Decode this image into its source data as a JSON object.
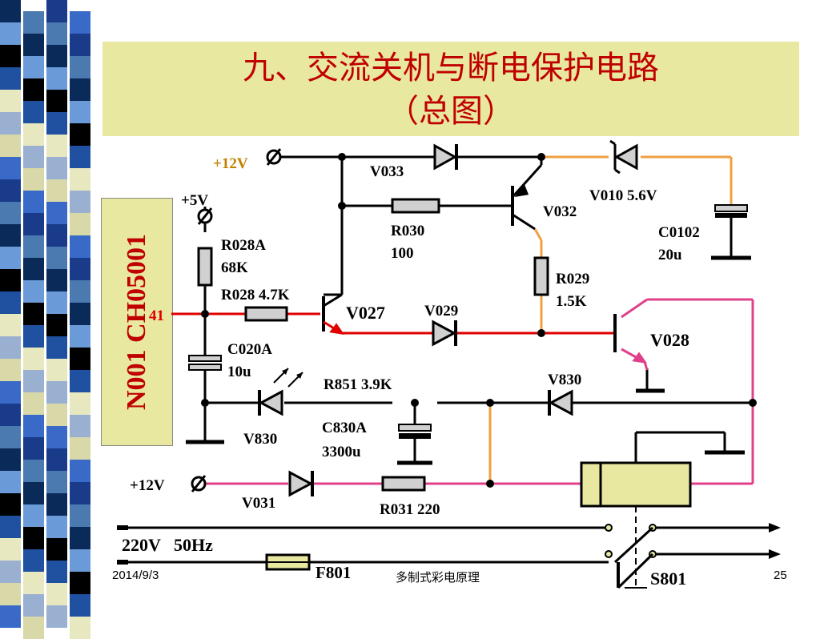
{
  "slide": {
    "title_line1": "九、交流关机与断电保护电路",
    "title_line2": "（总图）",
    "side_label": "N001  CH05001",
    "footer_date": "2014/9/3",
    "footer_center": "多制式彩电原理",
    "page_number": "25"
  },
  "colors": {
    "title_bg": "#e8e8a0",
    "title_text": "#c00000",
    "wire_black": "#000000",
    "wire_red": "#e00000",
    "wire_pink": "#e0408a",
    "wire_orange": "#f0a040",
    "component_fill": "#d0d0d0"
  },
  "stripe_colors": [
    "#0a2a5a",
    "#3a6ac8",
    "#e8e8c0",
    "#6a9ad8",
    "#1a3a8a",
    "#9ab0d0",
    "#000000",
    "#4a7ab0",
    "#d8d8a8",
    "#2050a0"
  ],
  "labels": {
    "p12v_top": "+12V",
    "p5v": "+5V",
    "pin41": "41",
    "v033": "V033",
    "v010": "V010  5.6V",
    "r030": "R030",
    "r030_val": "100",
    "v032": "V032",
    "c0102": "C0102",
    "c0102_val": "20u",
    "r028a": "R028A",
    "r028a_val": "68K",
    "r028": "R028  4.7K",
    "v027": "V027",
    "v029": "V029",
    "r029": "R029",
    "r029_val": "1.5K",
    "v028": "V028",
    "c020a": "C020A",
    "c020a_val": "10u",
    "r851": "R851  3.9K",
    "v830_right": "V830",
    "v830_left": "V830",
    "c830a": "C830A",
    "c830a_val": "3300u",
    "p12v_bottom": "+12V",
    "v031": "V031",
    "r031": "R031  220",
    "mains": "220V   50Hz",
    "f801": "F801",
    "s801": "S801"
  }
}
